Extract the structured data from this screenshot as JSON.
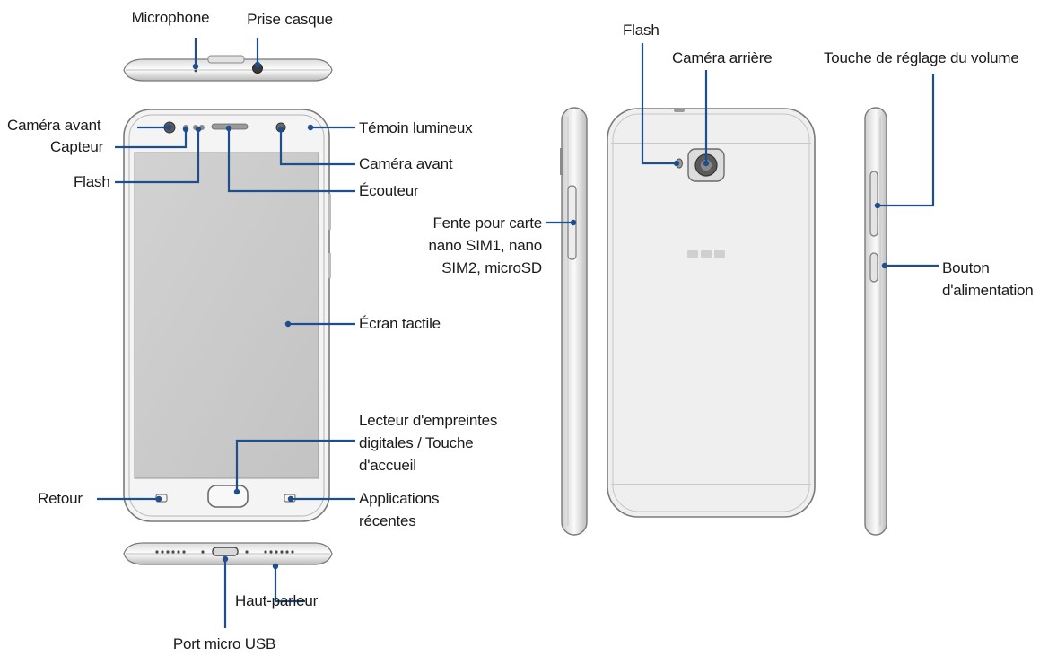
{
  "labels": {
    "microphone": "Microphone",
    "prise_casque": "Prise casque",
    "camera_avant_left": "Caméra avant",
    "capteur": "Capteur",
    "flash_front": "Flash",
    "temoin": "Témoin lumineux",
    "camera_avant_right": "Caméra avant",
    "ecouteur": "Écouteur",
    "ecran": "Écran tactile",
    "lecteur_line1": "Lecteur d'empreintes",
    "lecteur_line2": "digitales / Touche",
    "lecteur_line3": "d'accueil",
    "retour": "Retour",
    "applications_line1": "Applications",
    "applications_line2": "récentes",
    "haut_parleur": "Haut-parleur",
    "port_usb": "Port micro USB",
    "flash_rear": "Flash",
    "camera_arriere": "Caméra arrière",
    "volume": "Touche de réglage du volume",
    "fente_line1": "Fente pour carte",
    "fente_line2": "nano SIM1, nano",
    "fente_line3": "SIM2, microSD",
    "bouton_line1": "Bouton",
    "bouton_line2": "d'alimentation"
  },
  "colors": {
    "callout": "#1f4e8c",
    "device_outline": "#7a7a7a",
    "screen": "#c9c9c9",
    "body": "#f4f4f4"
  }
}
